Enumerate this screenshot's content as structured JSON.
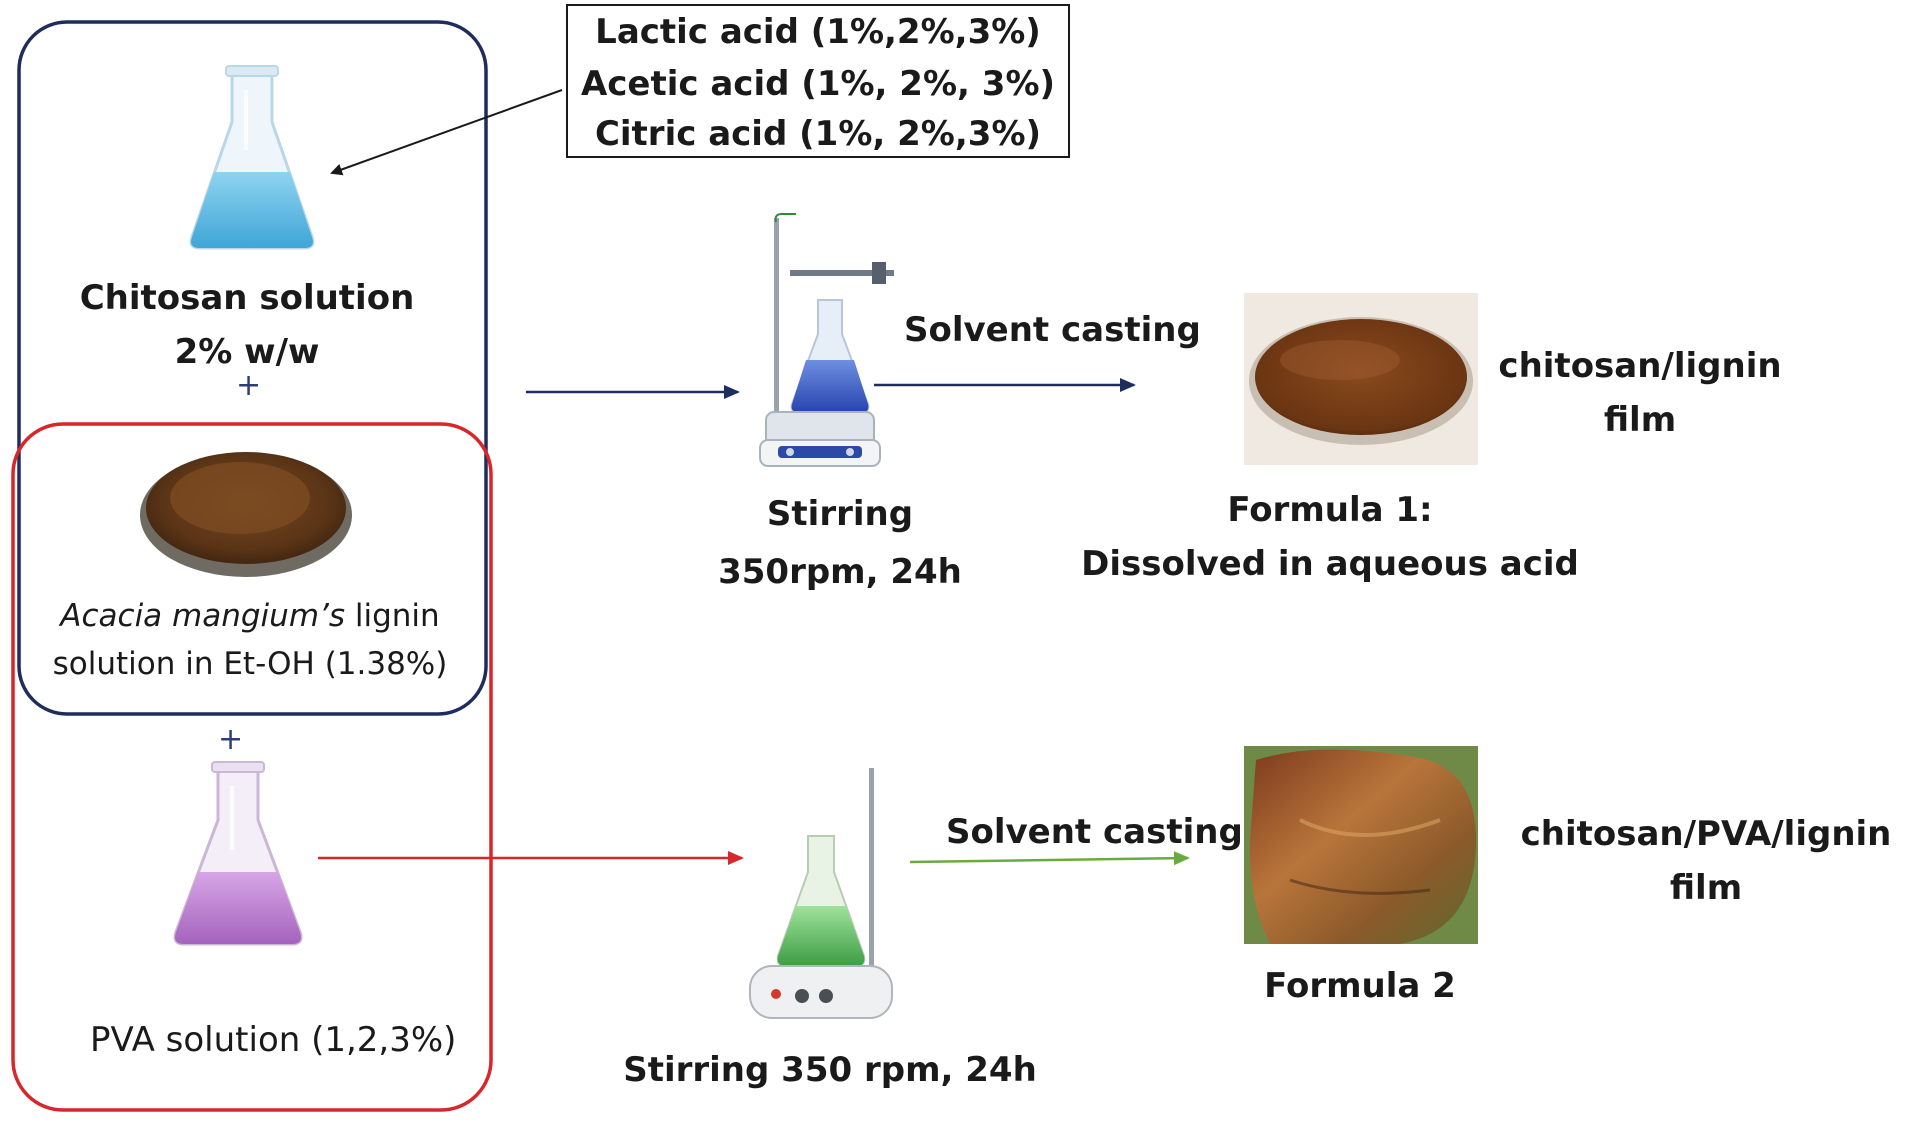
{
  "acids": [
    "Lactic acid (1%,2%,3%)",
    "Acetic acid (1%, 2%, 3%)",
    "Citric acid (1%, 2%,3%)"
  ],
  "chitosan": {
    "line1": "Chitosan solution",
    "line2": "2% w/w"
  },
  "plus_sign": "+",
  "lignin": {
    "italic": "Acacia mangium’s",
    "rest": " lignin",
    "line2": "solution in Et-OH (1.38%)"
  },
  "pva": {
    "label": "PVA solution (1,2,3%)"
  },
  "stirring1": {
    "line1": "Stirring",
    "line2": "350rpm, 24h"
  },
  "stirring2": {
    "label": "Stirring 350 rpm, 24h"
  },
  "casting1": "Solvent casting",
  "casting2": "Solvent casting",
  "formula1": {
    "line1": "Formula 1:",
    "line2": "Dissolved in aqueous acid"
  },
  "formula2": {
    "label": "Formula 2"
  },
  "film1": {
    "line1": "chitosan/lignin",
    "line2": "film"
  },
  "film2": {
    "line1": "chitosan/PVA/lignin",
    "line2": "film"
  },
  "colors": {
    "navy_box": "#1f2d5c",
    "red_box": "#d8262b",
    "green_arrow": "#6aab3f",
    "blue_flask": "#5bb8e0",
    "purple_flask": "#b57bc9"
  }
}
